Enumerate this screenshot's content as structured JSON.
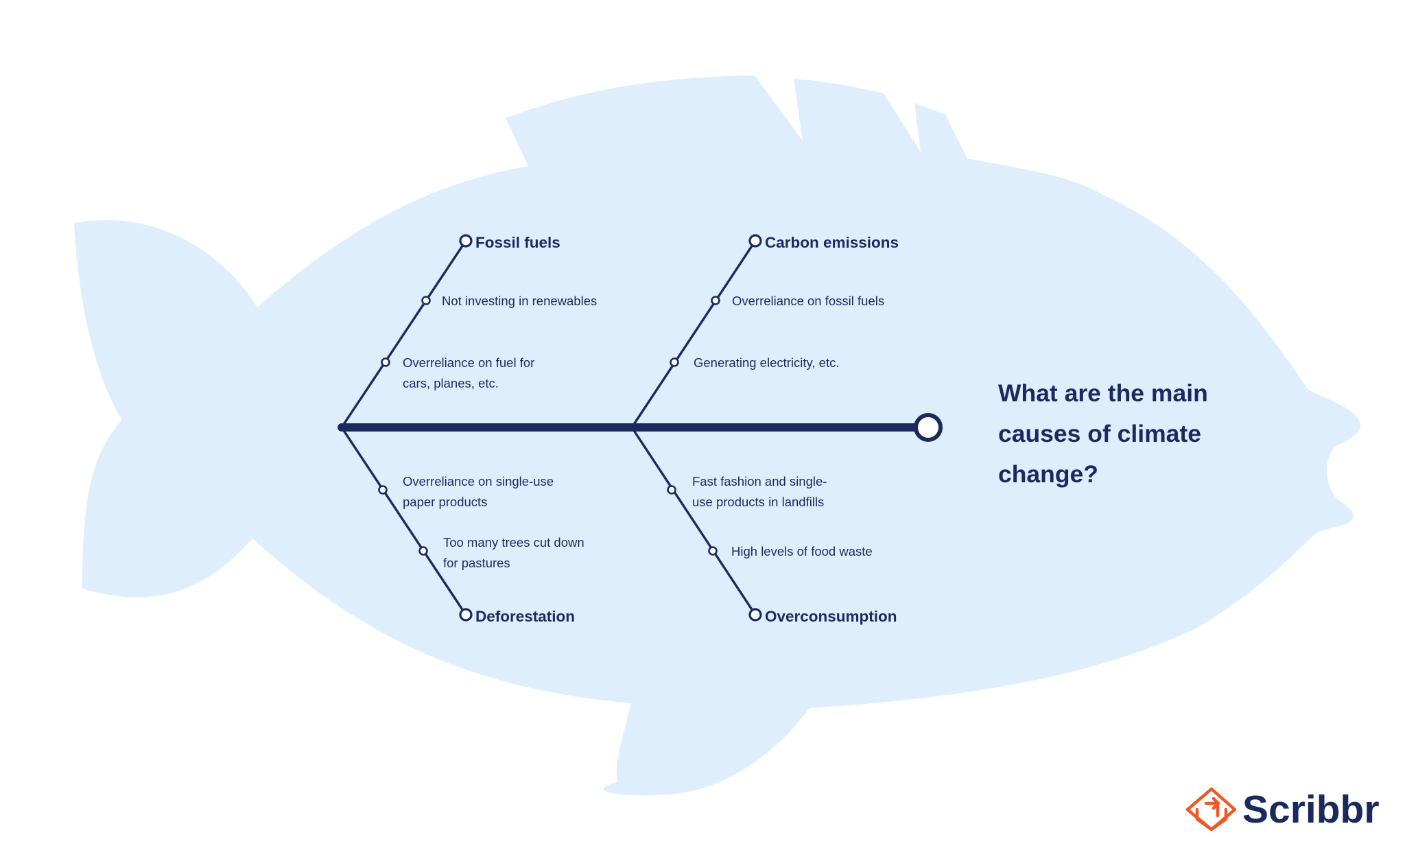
{
  "question": {
    "lines": [
      "What are the main",
      "causes of climate",
      "change?"
    ]
  },
  "categories": [
    {
      "id": "fossil-fuels",
      "label": "Fossil fuels",
      "causes": [
        {
          "lines": [
            "Not investing in renewables"
          ]
        },
        {
          "lines": [
            "Overreliance on fuel for",
            "cars, planes, etc."
          ]
        }
      ]
    },
    {
      "id": "carbon-emissions",
      "label": "Carbon emissions",
      "causes": [
        {
          "lines": [
            "Overreliance on fossil fuels"
          ]
        },
        {
          "lines": [
            "Generating electricity, etc."
          ]
        }
      ]
    },
    {
      "id": "deforestation",
      "label": "Deforestation",
      "causes": [
        {
          "lines": [
            "Overreliance on single-use",
            "paper products"
          ]
        },
        {
          "lines": [
            "Too many trees cut down",
            "for pastures"
          ]
        }
      ]
    },
    {
      "id": "overconsumption",
      "label": "Overconsumption",
      "causes": [
        {
          "lines": [
            "Fast fashion and single-",
            "use products in landfills"
          ]
        },
        {
          "lines": [
            "High levels of food waste"
          ]
        }
      ]
    }
  ],
  "brand": {
    "name": "Scribbr",
    "icon": "graduation-cap-logo-icon"
  },
  "colors": {
    "fish": "#dfeefc",
    "ink": "#1b2a5e",
    "brand_orange": "#ee5a27"
  }
}
